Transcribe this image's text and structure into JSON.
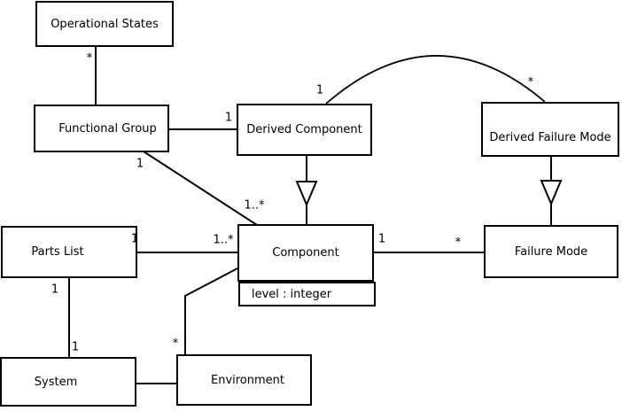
{
  "diagram": {
    "type": "uml-class-diagram",
    "colors": {
      "line": "#000000",
      "background": "#ffffff",
      "box_fill": "#ffffff",
      "text": "#000000"
    }
  },
  "classes": {
    "operational_states": {
      "name": "Operational States"
    },
    "functional_group": {
      "name": "Functional Group"
    },
    "derived_component": {
      "name": "Derived Component"
    },
    "derived_failure_mode": {
      "name": "Derived Failure Mode"
    },
    "parts_list": {
      "name": "Parts List"
    },
    "component": {
      "name": "Component",
      "attribute": "level : integer"
    },
    "failure_mode": {
      "name": "Failure Mode"
    },
    "system": {
      "name": "System"
    },
    "environment": {
      "name": "Environment"
    }
  },
  "associations": {
    "operational_states_functional_group": {
      "star": "*"
    },
    "functional_group_derived_component": {
      "one": "1"
    },
    "derived_component_derived_failure_mode": {
      "one": "1",
      "star": "*"
    },
    "functional_group_component": {
      "one": "1",
      "many": "1..*"
    },
    "parts_list_component": {
      "one": "1",
      "many": "1..*"
    },
    "component_failure_mode": {
      "one": "1",
      "star": "*"
    },
    "component_environment": {
      "star": "*"
    },
    "parts_list_system": {
      "one_top": "1",
      "one_bottom": "1"
    }
  }
}
